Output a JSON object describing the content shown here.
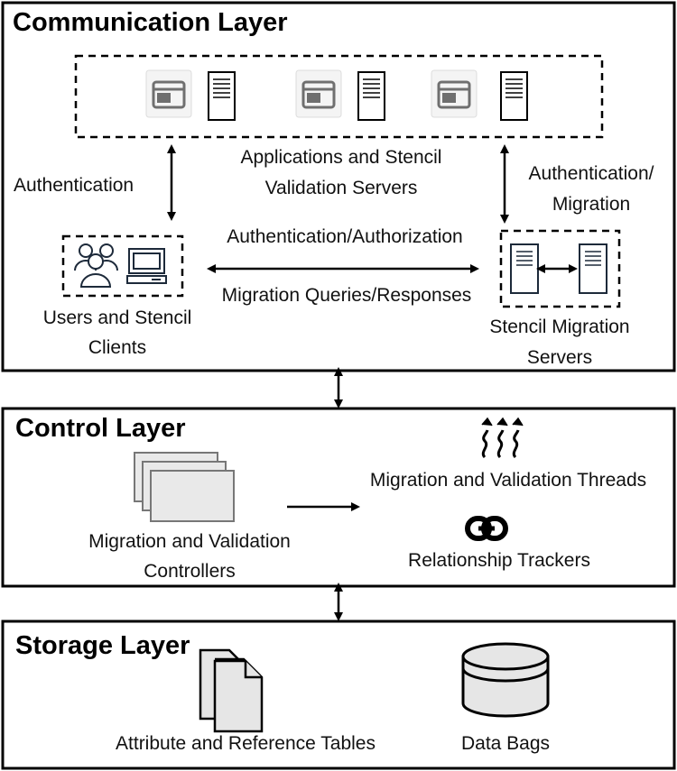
{
  "layers": {
    "communication": {
      "title": "Communication Layer",
      "app_servers_label": [
        "Applications and Stencil",
        "Validation Servers"
      ],
      "clients_label": [
        "Users and Stencil",
        "Clients"
      ],
      "migration_servers_label": [
        "Stencil Migration",
        "Servers"
      ],
      "auth_left_label": "Authentication",
      "auth_right_label": [
        "Authentication/",
        "Migration"
      ],
      "auth_middle_label": "Authentication/Authorization",
      "queries_label": "Migration Queries/Responses"
    },
    "control": {
      "title": "Control Layer",
      "controllers_label": [
        "Migration and Validation",
        "Controllers"
      ],
      "threads_label": "Migration and Validation Threads",
      "trackers_label": "Relationship Trackers"
    },
    "storage": {
      "title": "Storage Layer",
      "tables_label": "Attribute and Reference Tables",
      "bags_label": "Data Bags"
    }
  },
  "icons": {
    "app_window": "browser-window-icon",
    "server": "server-icon",
    "users": "users-icon",
    "computer": "computer-icon",
    "threads": "wavy-arrows-icon",
    "link": "chain-link-icon",
    "document": "document-icon",
    "database": "database-icon"
  },
  "colors": {
    "stroke": "#000000",
    "icon_fill": "#e6e6e6",
    "icon_gray": "#6f6f6f",
    "server_stroke": "#1d2a3a"
  }
}
